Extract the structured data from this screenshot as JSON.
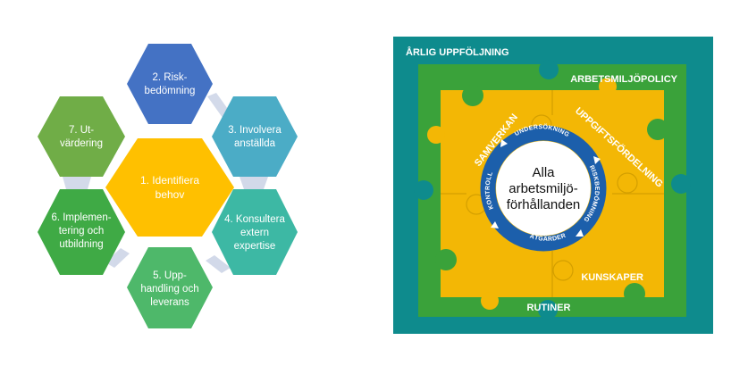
{
  "hexagon_process": {
    "center": {
      "line1": "1. Identifiera",
      "line2": "behov",
      "color": "#FFC000"
    },
    "steps": [
      {
        "line1": "2. Risk-",
        "line2": "bedömning",
        "line3": "",
        "color": "#4472C4"
      },
      {
        "line1": "3. Involvera",
        "line2": "anställda",
        "line3": "",
        "color": "#4BACC6"
      },
      {
        "line1": "4. Konsultera",
        "line2": "extern",
        "line3": "expertise",
        "color": "#3DB8A4"
      },
      {
        "line1": "5. Upp-",
        "line2": "handling och",
        "line3": "leverans",
        "color": "#4EB86A"
      },
      {
        "line1": "6. Implemen-",
        "line2": "tering och",
        "line3": "utbildning",
        "color": "#3FAA45"
      },
      {
        "line1": "7. Ut-",
        "line2": "värdering",
        "line3": "",
        "color": "#70AD47"
      }
    ]
  },
  "puzzle_model": {
    "outer_label": "ÅRLIG UPPFÖLJNING",
    "policy_label": "ARBETSMILJÖPOLICY",
    "routines_label": "RUTINER",
    "collaboration_label": "SAMVERKAN",
    "task_label": "UPPGIFTSFÖRDELNING",
    "knowledge_label": "KUNSKAPER",
    "ring_labels": {
      "top": "UNDERSÖKNING",
      "right": "RISKBEDÖMNING",
      "bottom": "ÅTGÄRDER",
      "left": "KONTROLL"
    },
    "center_text": {
      "line1": "Alla",
      "line2": "arbetsmiljö-",
      "line3": "förhållanden"
    },
    "colors": {
      "teal": "#0E8B8D",
      "green": "#3AA23A",
      "yellow": "#F3B705",
      "ring_blue": "#1C5FAB"
    }
  }
}
